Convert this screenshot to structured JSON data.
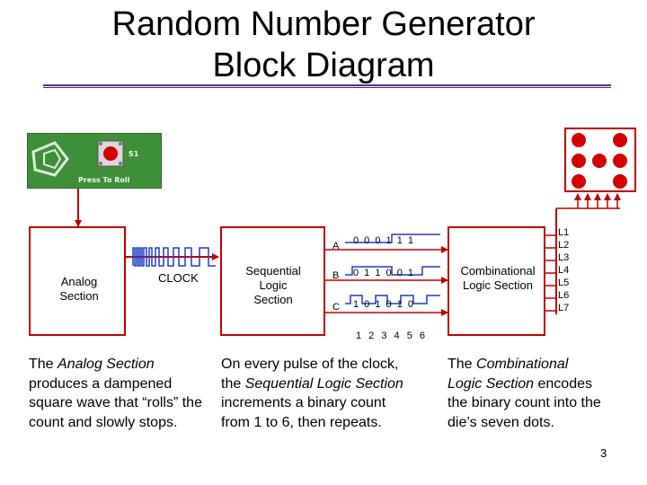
{
  "title": {
    "line1": "Random Number Generator",
    "line2": "Block Diagram"
  },
  "pcb": {
    "switch_label": "S1",
    "button_label": "Press To Roll"
  },
  "blocks": {
    "analog": "Analog Section",
    "clock": "CLOCK",
    "sequential": "Sequential Logic Section",
    "combinational": "Combinational Logic Section"
  },
  "signals": [
    {
      "name": "A",
      "bits": "0 0 0 1 1 1"
    },
    {
      "name": "B",
      "bits": "0 1 1 0 0 1"
    },
    {
      "name": "C",
      "bits": "1 0 1 0 1 0"
    }
  ],
  "count_labels": "1 2 3 4 5 6",
  "outputs": [
    "L1",
    "L2",
    "L3",
    "L4",
    "L5",
    "L6",
    "L7"
  ],
  "captions": {
    "analog": {
      "pre": "The ",
      "em": "Analog Section",
      "post": " produces a dampened square wave that “rolls” the count and slowly stops."
    },
    "sequential": {
      "pre": "On every pulse of the clock, the ",
      "em": "Sequential Logic Section",
      "post": " increments a binary count from 1 to 6, then repeats."
    },
    "combinational": {
      "pre": "The ",
      "em": "Combinational Logic Section",
      "post": " encodes the binary count into the die’s seven dots."
    }
  },
  "page_number": "3",
  "colors": {
    "line": "#c00000",
    "accent_blue": "#1f3fbf",
    "clock_wave": "#1f3fbf",
    "pip": "#d40000"
  }
}
